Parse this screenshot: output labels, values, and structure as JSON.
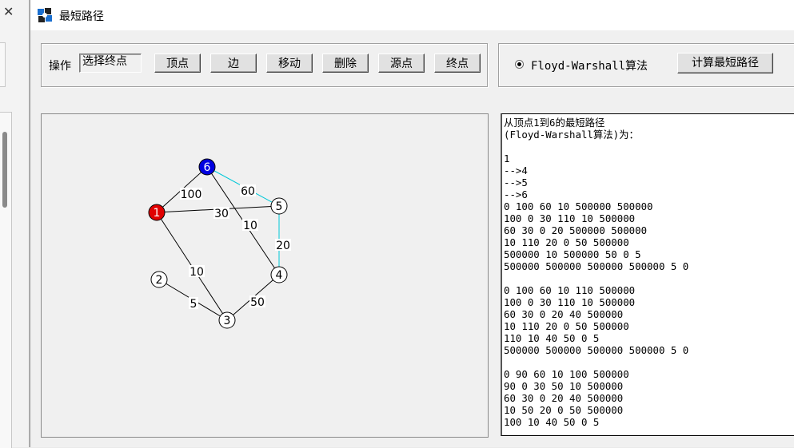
{
  "window": {
    "title": "最短路径"
  },
  "toolbar": {
    "operation_label": "操作",
    "status": "选择终点",
    "buttons": [
      "顶点",
      "边",
      "移动",
      "删除",
      "源点",
      "终点"
    ]
  },
  "algorithm": {
    "radio_label": "Floyd-Warshall算法",
    "compute_button": "计算最短路径"
  },
  "graph": {
    "vertices": [
      {
        "id": "1",
        "color": "#e00000",
        "text_color": "#ffffff"
      },
      {
        "id": "2",
        "color": "#ffffff",
        "text_color": "#000000"
      },
      {
        "id": "3",
        "color": "#ffffff",
        "text_color": "#000000"
      },
      {
        "id": "4",
        "color": "#ffffff",
        "text_color": "#000000"
      },
      {
        "id": "5",
        "color": "#ffffff",
        "text_color": "#000000"
      },
      {
        "id": "6",
        "color": "#0000e0",
        "text_color": "#ffffff"
      }
    ],
    "edges": [
      {
        "from": "1",
        "to": "6",
        "weight": "100",
        "highlight": false
      },
      {
        "from": "1",
        "to": "5",
        "weight": "30",
        "highlight": false
      },
      {
        "from": "1",
        "to": "3",
        "weight": "10",
        "highlight": false
      },
      {
        "from": "6",
        "to": "5",
        "weight": "60",
        "highlight": true
      },
      {
        "from": "6",
        "to": "4",
        "weight": "10",
        "highlight": false
      },
      {
        "from": "5",
        "to": "4",
        "weight": "20",
        "highlight": true
      },
      {
        "from": "2",
        "to": "3",
        "weight": "5",
        "highlight": false
      },
      {
        "from": "3",
        "to": "4",
        "weight": "50",
        "highlight": false
      }
    ],
    "edge_color": "#000000",
    "highlight_color": "#00c8d8"
  },
  "output": {
    "lines": [
      "从顶点1到6的最短路径",
      "(Floyd-Warshall算法)为：",
      "",
      "1",
      "-->4",
      "-->5",
      "-->6",
      "0 100 60 10 500000 500000",
      "100 0 30 110 10 500000",
      "60 30 0 20 500000 500000",
      "10 110 20 0 50 500000",
      "500000 10 500000 50 0 5",
      "500000 500000 500000 500000 5 0",
      "",
      "0 100 60 10 110 500000",
      "100 0 30 110 10 500000",
      "60 30 0 20 40 500000",
      "10 110 20 0 50 500000",
      "110 10 40 50 0 5",
      "500000 500000 500000 500000 5 0",
      "",
      "0 90 60 10 100 500000",
      "90 0 30 50 10 500000",
      "60 30 0 20 40 500000",
      "10 50 20 0 50 500000",
      "100 10 40 50 0 5"
    ]
  }
}
